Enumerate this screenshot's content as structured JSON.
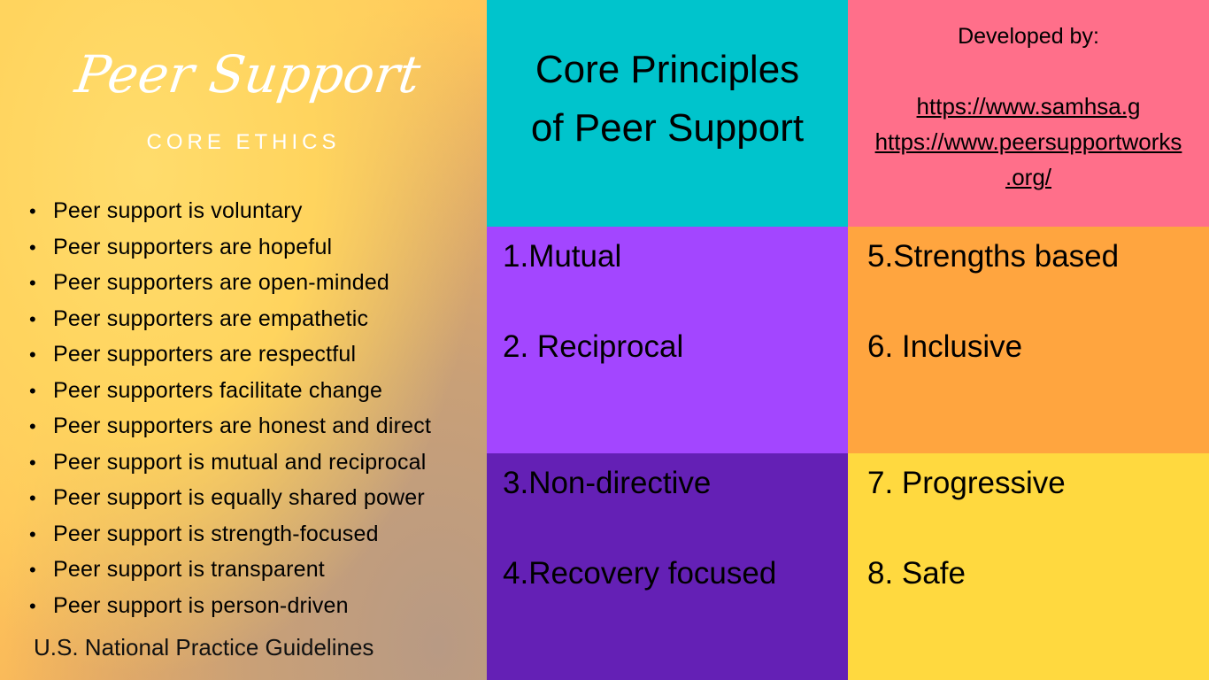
{
  "left": {
    "title_script": "Peer Support",
    "subtitle": "CORE ETHICS",
    "ethics": [
      "Peer support is voluntary",
      "Peer supporters are hopeful",
      "Peer supporters are open-minded",
      "Peer supporters are empathetic",
      "Peer supporters are respectful",
      "Peer supporters facilitate change",
      "Peer supporters are honest and direct",
      "Peer support is mutual and reciprocal",
      "Peer support is equally shared power",
      "Peer support is strength-focused",
      "Peer support is transparent",
      "Peer support is person-driven"
    ],
    "footer": "U.S. National Practice Guidelines"
  },
  "principles_title": {
    "line1": "Core Principles",
    "line2": "of Peer Support"
  },
  "developed": {
    "label": "Developed by:",
    "link1": "https://www.samhsa.g",
    "link2a": "https://www.peersupportworks",
    "link2b": ".org/"
  },
  "principles": [
    "1.Mutual",
    "2. Reciprocal",
    "3.Non-directive",
    "4.Recovery focused",
    "5.Strengths based",
    "6. Inclusive",
    "7. Progressive",
    "8. Safe"
  ],
  "colors": {
    "teal": "#00c4cc",
    "pink": "#ff6f8a",
    "purple": "#a346ff",
    "orange": "#ffa53f",
    "dark_purple": "#6420b5",
    "yellow": "#ffd93f"
  }
}
